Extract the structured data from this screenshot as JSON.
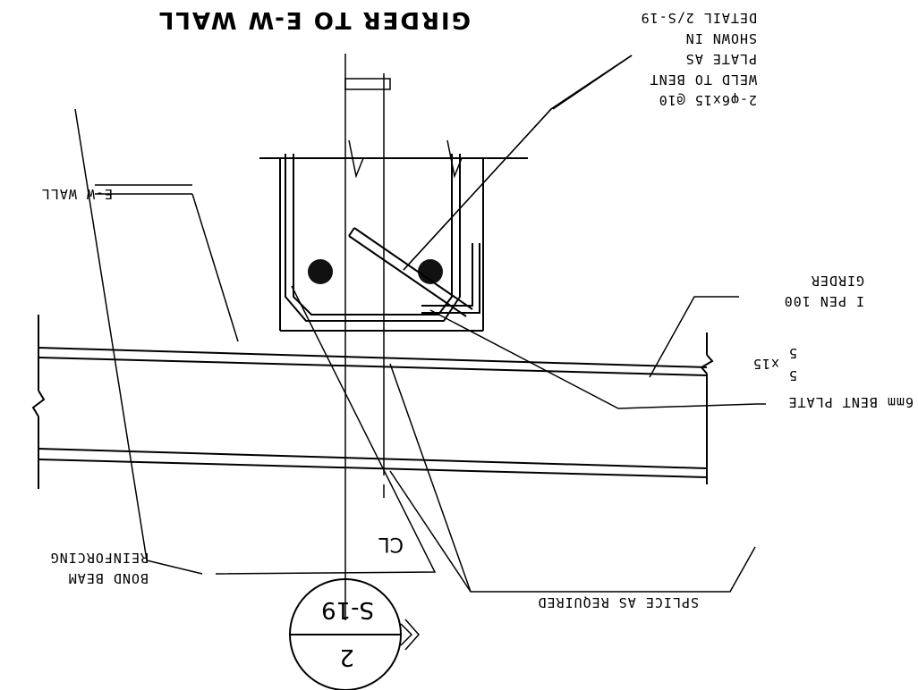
{
  "title": "GIRDER TO E-W WALL",
  "labels": {
    "weld_note": [
      "2-φ6x15 @10",
      "WELD TO BENT",
      "PLATE AS",
      "SHOWN IN",
      "DETAIL 2/S-19"
    ],
    "wall": "E-W WALL",
    "girder": [
      "I PEN 100",
      "GIRDER"
    ],
    "weld_symbol_num": "5",
    "weld_symbol_x": "x15",
    "weld_symbol_side": "5",
    "bent_plate": "6mm BENT PLATE",
    "bond_beam": [
      "BOND BEAM",
      "REINFORCING"
    ],
    "splice": "SPLICE AS REQUIRED",
    "centerline": "CL"
  },
  "detail_bubble": {
    "detail_number": "2",
    "sheet": "S-19"
  }
}
